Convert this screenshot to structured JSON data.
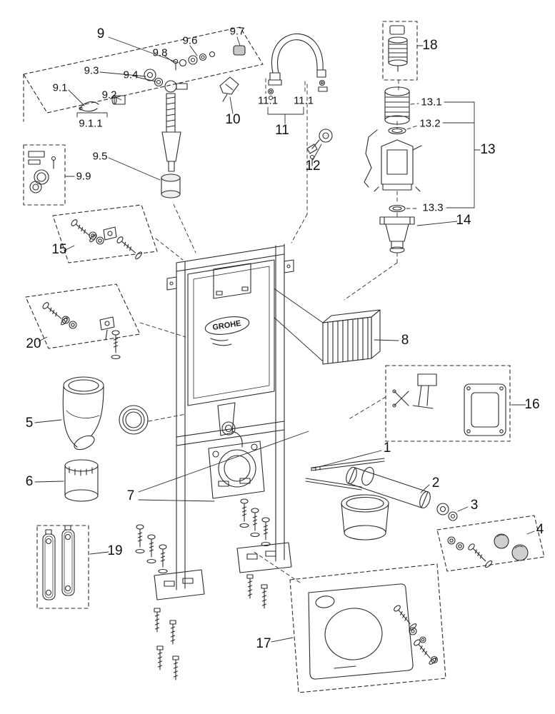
{
  "diagram": {
    "brand": "GROHE",
    "labels": [
      {
        "text": "9"
      },
      {
        "text": "9.7"
      },
      {
        "text": "9.6"
      },
      {
        "text": "9.8"
      },
      {
        "text": "9.3"
      },
      {
        "text": "9.4"
      },
      {
        "text": "9.1"
      },
      {
        "text": "9.2"
      },
      {
        "text": "9.1.1"
      },
      {
        "text": "10"
      },
      {
        "text": "11.1"
      },
      {
        "text": "11.1"
      },
      {
        "text": "11"
      },
      {
        "text": "12"
      },
      {
        "text": "13.1"
      },
      {
        "text": "13.2"
      },
      {
        "text": "13"
      },
      {
        "text": "13.3"
      },
      {
        "text": "14"
      },
      {
        "text": "18"
      },
      {
        "text": "9.5"
      },
      {
        "text": "9.9"
      },
      {
        "text": "15"
      },
      {
        "text": "20"
      },
      {
        "text": "8"
      },
      {
        "text": "16"
      },
      {
        "text": "5"
      },
      {
        "text": "6"
      },
      {
        "text": "7"
      },
      {
        "text": "1"
      },
      {
        "text": "2"
      },
      {
        "text": "3"
      },
      {
        "text": "4"
      },
      {
        "text": "19"
      },
      {
        "text": "17"
      }
    ]
  }
}
